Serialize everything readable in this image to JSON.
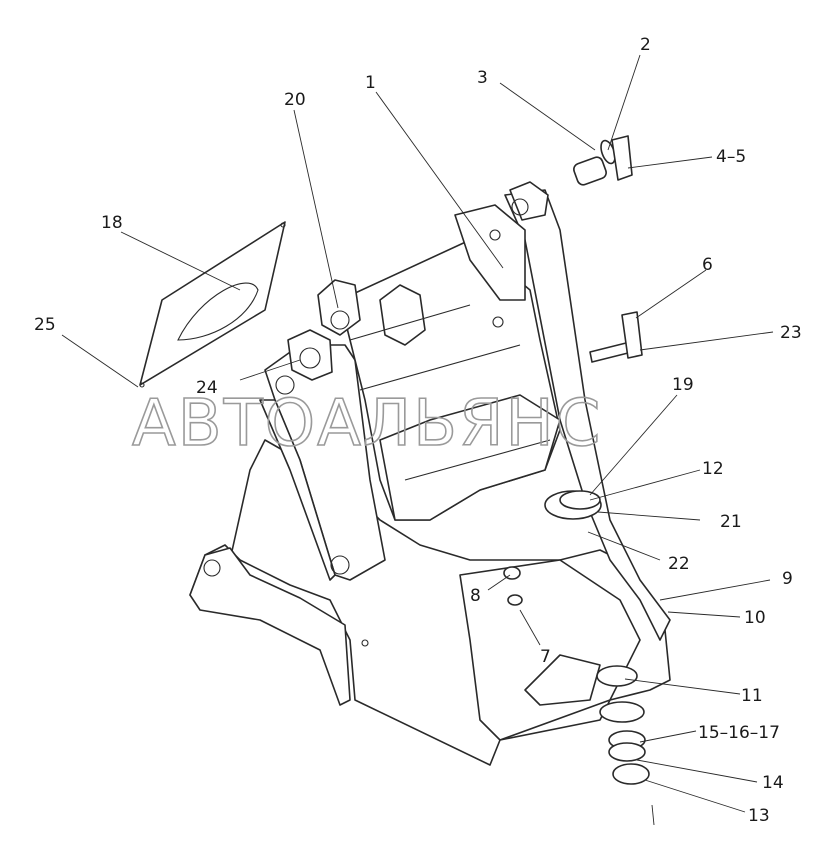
{
  "watermark": "АВТОАЛЬЯНС",
  "callouts": [
    {
      "id": "c1",
      "text": "1"
    },
    {
      "id": "c2",
      "text": "2"
    },
    {
      "id": "c3",
      "text": "3"
    },
    {
      "id": "c4",
      "text": "4–5"
    },
    {
      "id": "c6",
      "text": "6"
    },
    {
      "id": "c7",
      "text": "7"
    },
    {
      "id": "c8",
      "text": "8"
    },
    {
      "id": "c9",
      "text": "9"
    },
    {
      "id": "c10",
      "text": "10"
    },
    {
      "id": "c11",
      "text": "11"
    },
    {
      "id": "c12",
      "text": "12"
    },
    {
      "id": "c13",
      "text": "13"
    },
    {
      "id": "c14",
      "text": "14"
    },
    {
      "id": "c15",
      "text": "15–16–17"
    },
    {
      "id": "c18",
      "text": "18"
    },
    {
      "id": "c19",
      "text": "19"
    },
    {
      "id": "c20",
      "text": "20"
    },
    {
      "id": "c21",
      "text": "21"
    },
    {
      "id": "c22",
      "text": "22"
    },
    {
      "id": "c23",
      "text": "23"
    },
    {
      "id": "c24",
      "text": "24"
    },
    {
      "id": "c25",
      "text": "25"
    }
  ]
}
